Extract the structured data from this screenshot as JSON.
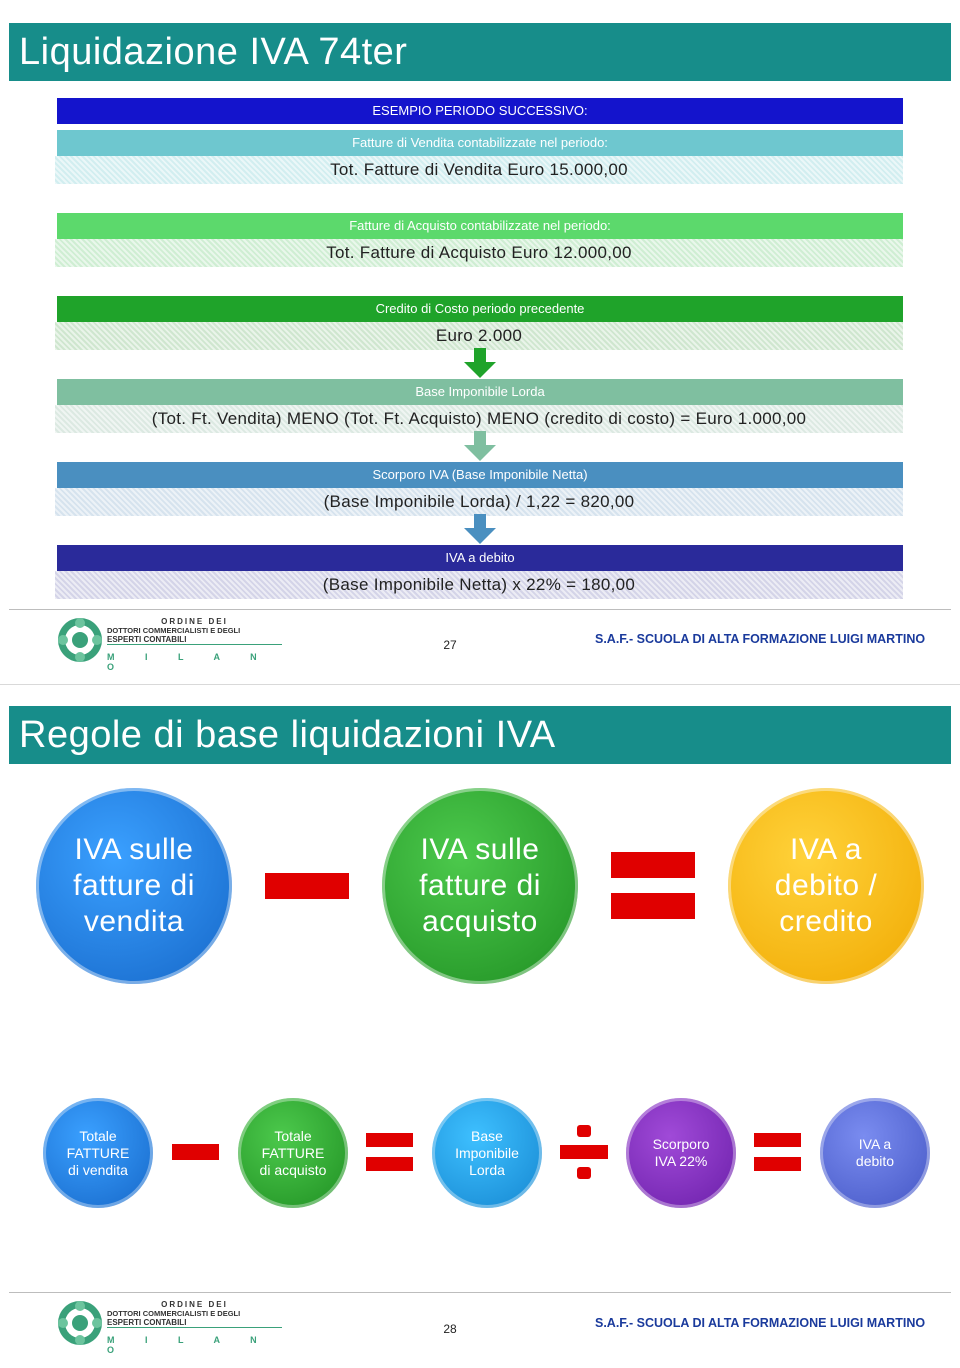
{
  "slide1": {
    "title": "Liquidazione IVA 74ter",
    "example_header": "ESEMPIO PERIODO SUCCESSIVO:",
    "sales_header": "Fatture di Vendita contabilizzate nel periodo:",
    "sales_value": "Tot. Fatture di Vendita Euro 15.000,00",
    "purchase_header": "Fatture di Acquisto contabilizzate nel periodo:",
    "purchase_value": "Tot. Fatture di Acquisto Euro 12.000,00",
    "credit_header": "Credito di Costo periodo precedente",
    "credit_value": "Euro 2.000",
    "gross_header": "Base Imponibile Lorda",
    "gross_value": "(Tot. Ft. Vendita) MENO (Tot. Ft. Acquisto) MENO (credito di costo) = Euro 1.000,00",
    "net_header": "Scorporo IVA (Base Imponibile Netta)",
    "net_value": "(Base Imponibile Lorda) / 1,22 = 820,00",
    "vat_header": "IVA a debito",
    "vat_value": "(Base Imponibile Netta) x 22% = 180,00",
    "page_number": "27",
    "school": "S.A.F.- SCUOLA DI ALTA FORMAZIONE LUIGI MARTINO"
  },
  "slide2": {
    "title": "Regole di base liquidazioni IVA",
    "big_circles": [
      {
        "label": "IVA sulle\nfatture di\nvendita",
        "color": "#1e7fe0"
      },
      {
        "label": "IVA sulle\nfatture di\nacquisto",
        "color": "#2aa52a"
      },
      {
        "label": "IVA a\ndebito /\ncredito",
        "color": "#f5b800"
      }
    ],
    "small_circles": [
      {
        "label": "Totale\nFATTURE\ndi vendita",
        "color": "#1e7fe0"
      },
      {
        "label": "Totale\nFATTURE\ndi acquisto",
        "color": "#2aa52a"
      },
      {
        "label": "Base\nImponibile\nLorda",
        "color": "#1aa0e8"
      },
      {
        "label": "Scorporo\nIVA 22%",
        "color": "#7a2ab8"
      },
      {
        "label": "IVA a\ndebito",
        "color": "#5a6ed8"
      }
    ],
    "page_number": "28",
    "school": "S.A.F.- SCUOLA DI ALTA FORMAZIONE LUIGI MARTINO"
  },
  "logo": {
    "line1": "ORDINE DEI",
    "line2": "DOTTORI COMMERCIALISTI E DEGLI",
    "line3": "ESPERTI CONTABILI",
    "city": "M I L A N O"
  },
  "colors": {
    "title_bar": "#178d8a",
    "example_header": "#1414cc",
    "sales": "#6ec7cf",
    "purchase": "#5cd96c",
    "credit": "#1fa32a",
    "gross": "#7fbfa0",
    "net": "#4a8fc0",
    "vat": "#2a2a9a",
    "operator": "#e00000"
  }
}
